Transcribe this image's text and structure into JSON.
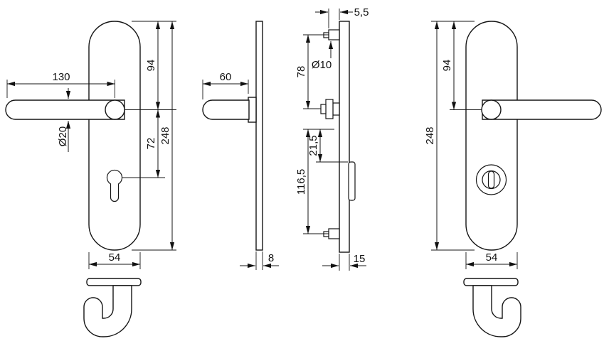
{
  "views": {
    "front_left": {
      "handle_length": "130",
      "handle_diameter": "Ø20",
      "top_to_handle_center": "94",
      "handle_to_cylinder": "72",
      "plate_height": "248",
      "plate_width": "54"
    },
    "side_handle": {
      "handle_projection": "60",
      "plate_thickness": "8"
    },
    "side_fixings": {
      "screw_protrusion": "5,5",
      "screw_diameter": "Ø10",
      "screw_to_spindle": "78",
      "spindle_to_cylinder": "21,5",
      "spindle_to_screw": "116,5",
      "plate_depth": "15"
    },
    "front_right": {
      "top_to_handle_center": "94",
      "plate_height": "248",
      "plate_width": "54"
    }
  }
}
